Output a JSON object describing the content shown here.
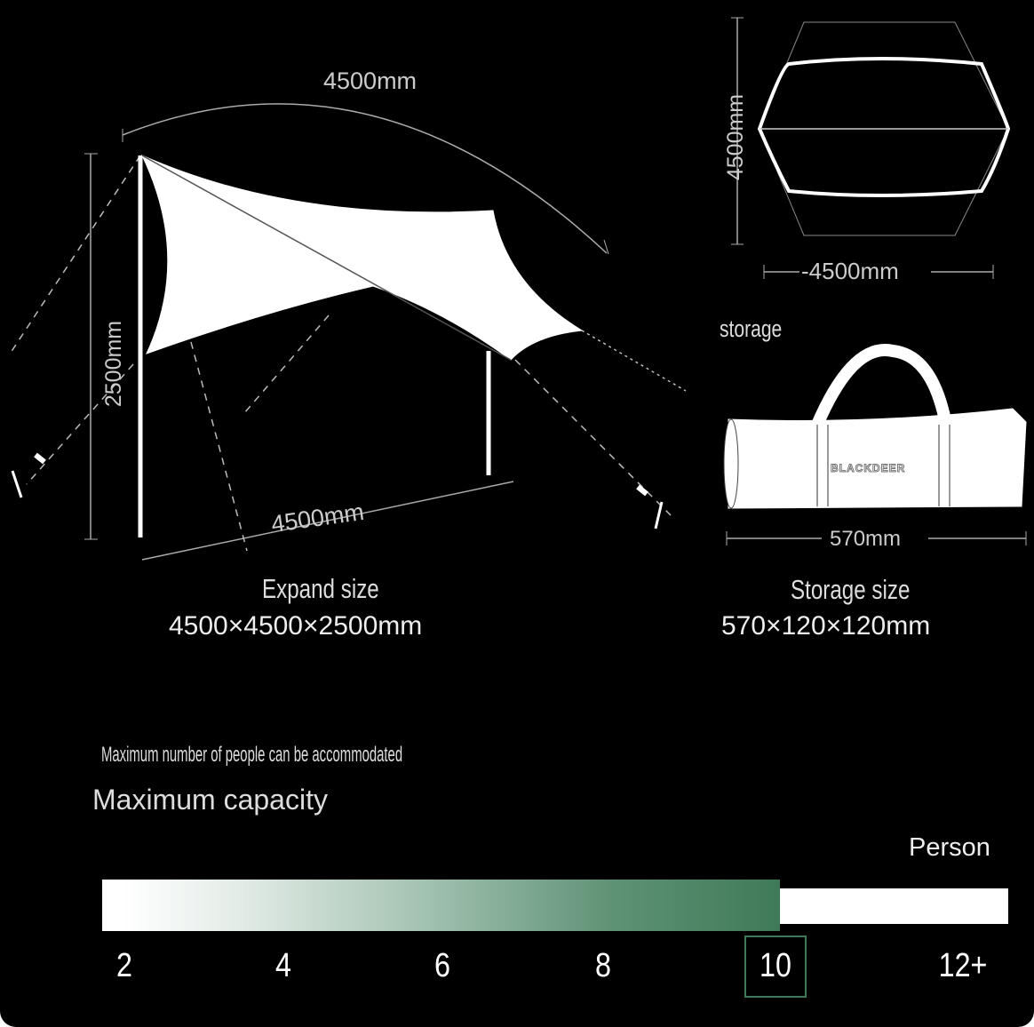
{
  "expand": {
    "arc_label": "4500mm",
    "height_label": "2500mm",
    "width_label": "4500mm",
    "title": "Expand size",
    "value": "4500×4500×2500mm"
  },
  "top_view": {
    "vertical_label": "4500mm",
    "horizontal_label": "-4500mm"
  },
  "storage": {
    "heading": "storage",
    "brand": "BLACKDEER",
    "length_label": "570mm",
    "title": "Storage size",
    "value": "570×120×120mm"
  },
  "capacity": {
    "note": "Maximum number of people can be accommodated",
    "title": "Maximum capacity",
    "unit": "Person",
    "ticks": [
      "2",
      "4",
      "6",
      "8",
      "10",
      "12+"
    ],
    "value": 10,
    "selected_label": "10",
    "bar_color": "#3f7a58"
  }
}
